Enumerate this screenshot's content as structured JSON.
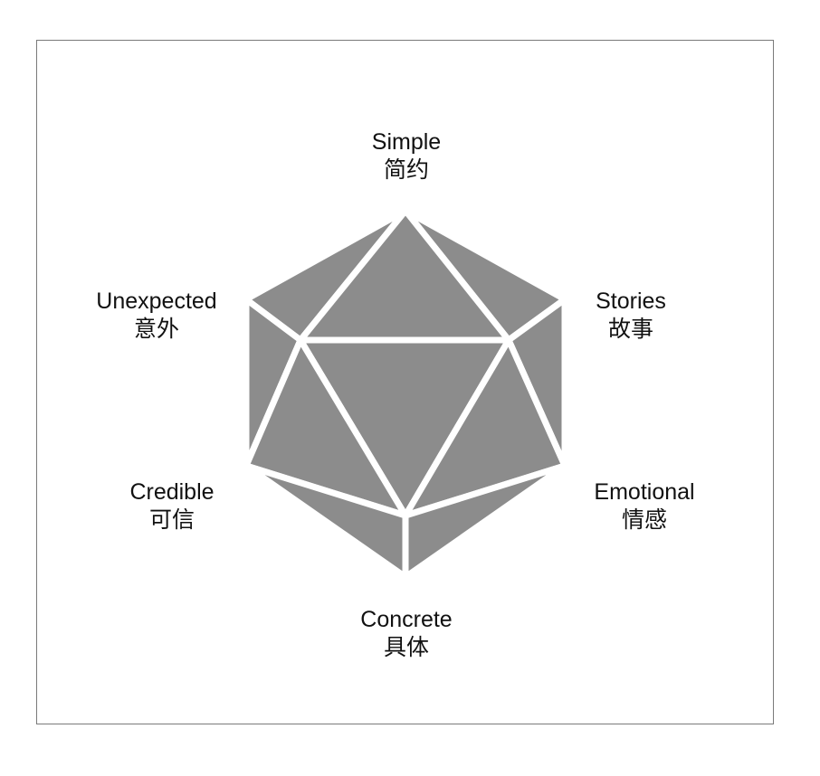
{
  "diagram": {
    "fill_color": "#8c8c8c",
    "gap_color": "#ffffff",
    "frame_color": "#7a7a7a",
    "labels": {
      "simple": {
        "en": "Simple",
        "zh": "简约"
      },
      "stories": {
        "en": "Stories",
        "zh": "故事"
      },
      "emotional": {
        "en": "Emotional",
        "zh": "情感"
      },
      "concrete": {
        "en": "Concrete",
        "zh": "具体"
      },
      "credible": {
        "en": "Credible",
        "zh": "可信"
      },
      "unexpected": {
        "en": "Unexpected",
        "zh": "意外"
      }
    }
  }
}
